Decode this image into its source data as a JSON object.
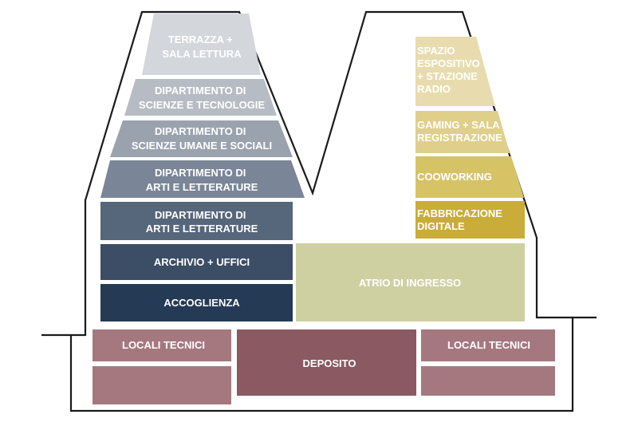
{
  "left_tower": {
    "rooms": [
      {
        "lines": [
          "TERRAZZA +",
          "SALA LETTURA"
        ],
        "color": "#d3d6db"
      },
      {
        "lines": [
          "DIPARTIMENTO DI",
          "SCIENZE E TECNOLOGIE"
        ],
        "color": "#b7bcc4"
      },
      {
        "lines": [
          "DIPARTIMENTO DI",
          "SCIENZE UMANE E SOCIALI"
        ],
        "color": "#9aa2ae"
      },
      {
        "lines": [
          "DIPARTIMENTO DI",
          "ARTI E LETTERATURE"
        ],
        "color": "#7a8697"
      },
      {
        "lines": [
          "DIPARTIMENTO DI",
          "ARTI E LETTERATURE"
        ],
        "color": "#56667b"
      },
      {
        "lines": [
          "ARCHIVIO + UFFICI"
        ],
        "color": "#3c4e66"
      },
      {
        "lines": [
          "ACCOGLIENZA"
        ],
        "color": "#253a55"
      }
    ]
  },
  "right_tower": {
    "rooms": [
      {
        "lines": [
          "SPAZIO",
          "ESPOSITIVO",
          "+ STAZIONE",
          "RADIO"
        ],
        "color": "#e8dcae"
      },
      {
        "lines": [
          "GAMING + SALA",
          "REGISTRAZIONE"
        ],
        "color": "#dfcf8a"
      },
      {
        "lines": [
          "COOWORKING"
        ],
        "color": "#d6c366"
      },
      {
        "lines": [
          "FABBRICAZIONE",
          "DIGITALE"
        ],
        "color": "#c9ac3a"
      }
    ]
  },
  "lobby": {
    "lines": [
      "ATRIO DI INGRESSO"
    ],
    "color": "#cfd0a1"
  },
  "basement": {
    "rooms": [
      {
        "lines": [
          "LOCALI TECNICI"
        ],
        "color": "#a57880"
      },
      {
        "lines": [],
        "color": "#a57880"
      },
      {
        "lines": [
          "DEPOSITO"
        ],
        "color": "#8a5961"
      },
      {
        "lines": [
          "LOCALI TECNICI"
        ],
        "color": "#a57880"
      },
      {
        "lines": [],
        "color": "#a57880"
      }
    ]
  },
  "colors": {
    "outline": "#1a1a1a",
    "text": "#ffffff"
  }
}
